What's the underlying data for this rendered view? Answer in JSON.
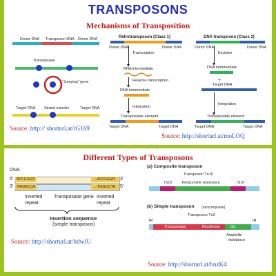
{
  "title": "TRANSPOSONS",
  "mechanisms": {
    "heading": "Mechanisms  of Transposition",
    "left": {
      "donor_dna_left": "Donor DNA",
      "transposon_dna": "Transposon DNA",
      "donor_dna_right": "Donor DNA",
      "transposase": "Transposase",
      "jumping_gene": "\"Jumping\" gene",
      "target_dna_left": "Target DNA",
      "strand_transfer": "Strand transfer",
      "target_dna_right": "Target DNA",
      "source_label": "Source:",
      "source_url": "http:// shorturl.at/rG169"
    },
    "retro": {
      "heading": "Retrotransposon (Class 1)",
      "donor_dna_left": "Donor DNA",
      "donor_dna_right": "Donor DNA",
      "transcription": "Transcription",
      "rna_intermediate": "RNA intermediate",
      "reverse_transcription": "Reverse transcription",
      "dna_intermediate": "DNA intermediate",
      "integration": "Integration",
      "transposable_element": "Transposable element",
      "target_dna_left": "Target DNA",
      "target_dna_right": "Target DNA"
    },
    "dna": {
      "heading": "DNA transposon (Class 2)",
      "donor_dna_left": "Donor DNA",
      "donor_dna_right": "Donor DNA",
      "excision": "Excision",
      "dna_intermediate": "DNA intermediate",
      "plus": "+",
      "target_dna_mid": "Target DNA",
      "integration": "Integration",
      "transposable_element": "Transposable element",
      "target_dna_left": "Target DNA",
      "target_dna_right": "Target DNA"
    },
    "right": {
      "source_label": "Source:",
      "source_url": "http://shorturl.at/moLOQ"
    }
  },
  "types": {
    "heading": "Different Types of Transposons",
    "simple_left": {
      "dna": "DNA",
      "five_prime": "5'",
      "three_prime": "3'",
      "seq_top_left": "ATCCGGT...",
      "seq_top_right": "...ACCGGAT",
      "seq_bottom_left": "TAGGCCA...",
      "seq_bottom_right": "...TGGCCTA",
      "inverted_repeat_left": "Inverted",
      "inverted_repeat_right": "Inverted",
      "repeat": "repeat",
      "transposase_gene": "Transposase gene",
      "insertion_sequence": "Insertion sequence",
      "simple_transposon": "(simple transposon)"
    },
    "composite": {
      "heading": "(a) Composite transposon",
      "tn10": "Transposon Tn10",
      "is10": "IS10",
      "tetracycline": "Tetracycline resistance"
    },
    "simple_right": {
      "heading": "(b) Simple transposon",
      "noncomposite": "(noncomposite)",
      "tn3": "Transposon Tn3",
      "ir": "IR",
      "transposase": "Transposase",
      "resolvase": "Resolvase",
      "bla": "bla",
      "ampicillin": "Ampicillin",
      "resistance": "resistance"
    },
    "left_source_label": "Source:",
    "left_source_url": "http://shorturl.at/bdwJU",
    "right_source_label": "Source:",
    "right_source_url": "http://shorturl.at/buzK4"
  }
}
